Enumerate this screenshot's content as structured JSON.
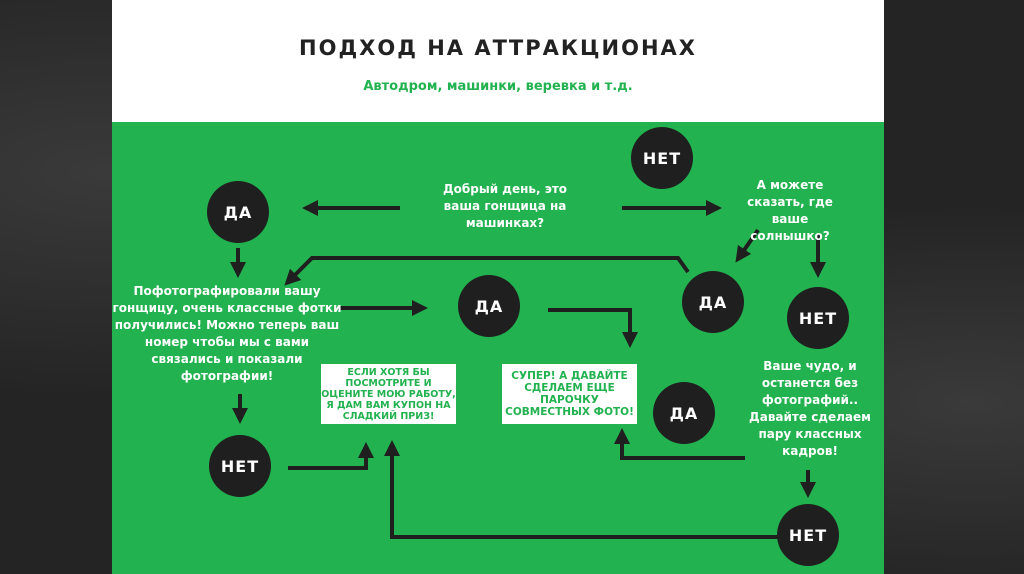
{
  "title": "ПОДХОД НА АТТРАКЦИОНАХ",
  "subtitle": "Автодром, машинки, веревка и т.д.",
  "nodes": {
    "greeting": "Добрый день, это ваша гонщица на машинках?",
    "ask_sun": "А можете сказать, где ваше солнышко?",
    "photographed": "Пофотографировали вашу гонщицу, очень классные фотки получились! Можно теперь ваш номер  чтобы мы с вами связались и показали фотографии!",
    "coupon": "ЕСЛИ ХОТЯ БЫ ПОСМОТРИТЕ И ОЦЕНИТЕ МОЮ РАБОТУ, Я ДАМ ВАМ КУПОН НА СЛАДКИЙ ПРИЗ!",
    "super": "СУПЕР! А ДАВАЙТЕ СДЕЛАЕМ ЕЩЕ ПАРОЧКУ СОВМЕСТНЫХ ФОТО!",
    "miracle": "Ваше чудо, и останется без фотографий.. Давайте сделаем пару классных кадров!"
  },
  "yes": "ДА",
  "no": "НЕТ"
}
